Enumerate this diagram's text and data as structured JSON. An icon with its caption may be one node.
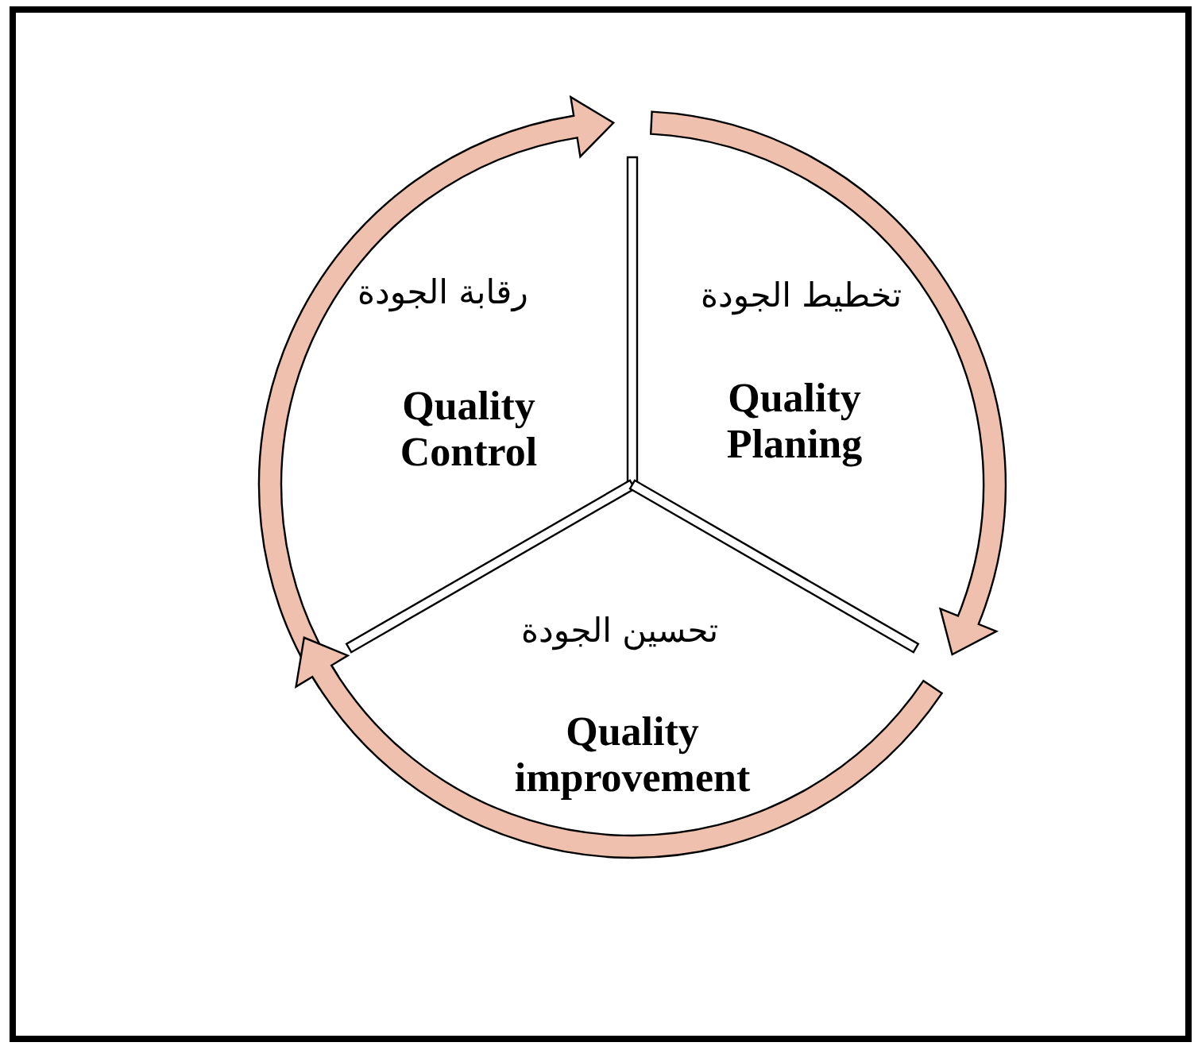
{
  "diagram": {
    "nodes": [
      {
        "text": [
          "رقابة الجودة",
          "Quality Control"
        ]
      },
      {
        "text": [
          "تخطيط الجودة",
          "Quality Planing"
        ]
      },
      {
        "text": [
          "تحسين الجودة",
          "Quality improvement"
        ]
      }
    ],
    "edges": [
      {
        "from": 0,
        "to": 1,
        "arrow": "to"
      },
      {
        "from": 1,
        "to": 2,
        "arrow": "to"
      },
      {
        "from": 2,
        "to": 0,
        "arrow": "to"
      }
    ]
  }
}
